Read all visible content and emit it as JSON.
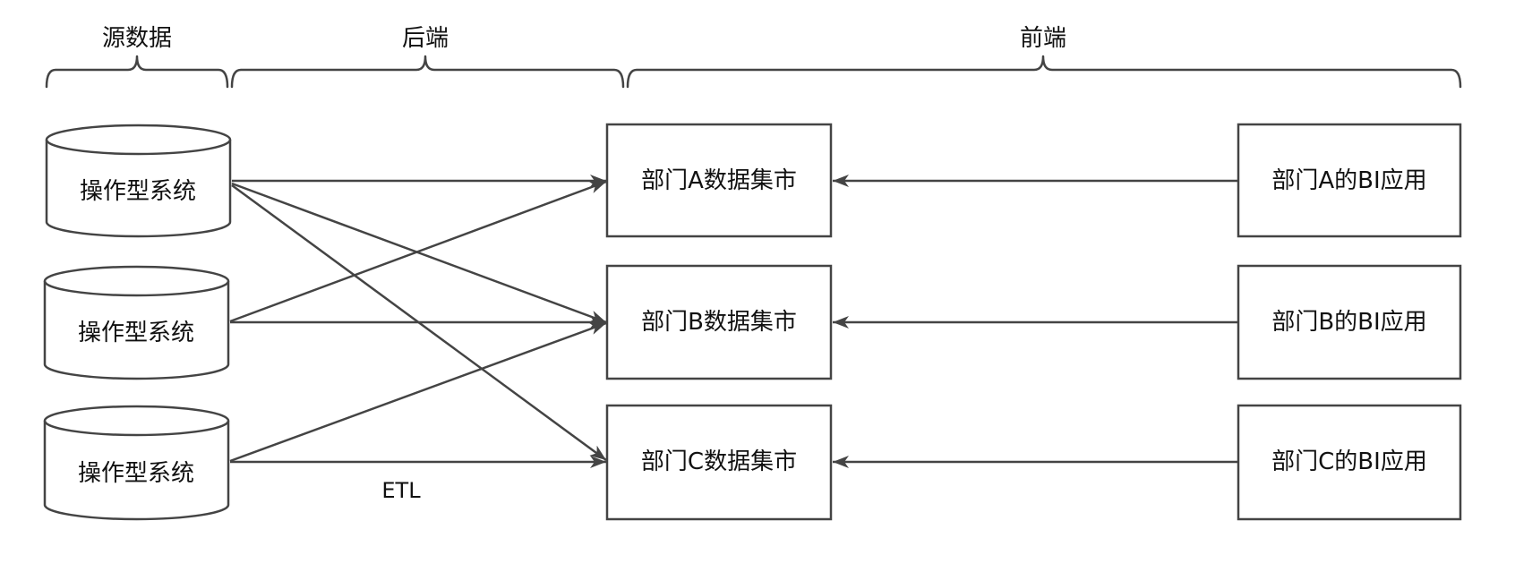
{
  "headers": {
    "source": "源数据",
    "backend": "后端",
    "frontend": "前端"
  },
  "sources": [
    {
      "label": "操作型系统"
    },
    {
      "label": "操作型系统"
    },
    {
      "label": "操作型系统"
    }
  ],
  "marts": [
    {
      "label": "部门A数据集市"
    },
    {
      "label": "部门B数据集市"
    },
    {
      "label": "部门C数据集市"
    }
  ],
  "bi_apps": [
    {
      "label": "部门A的BI应用"
    },
    {
      "label": "部门B的BI应用"
    },
    {
      "label": "部门C的BI应用"
    }
  ],
  "etl_label": "ETL",
  "colors": {
    "stroke": "#444444",
    "fill": "#ffffff",
    "text": "#111111"
  }
}
